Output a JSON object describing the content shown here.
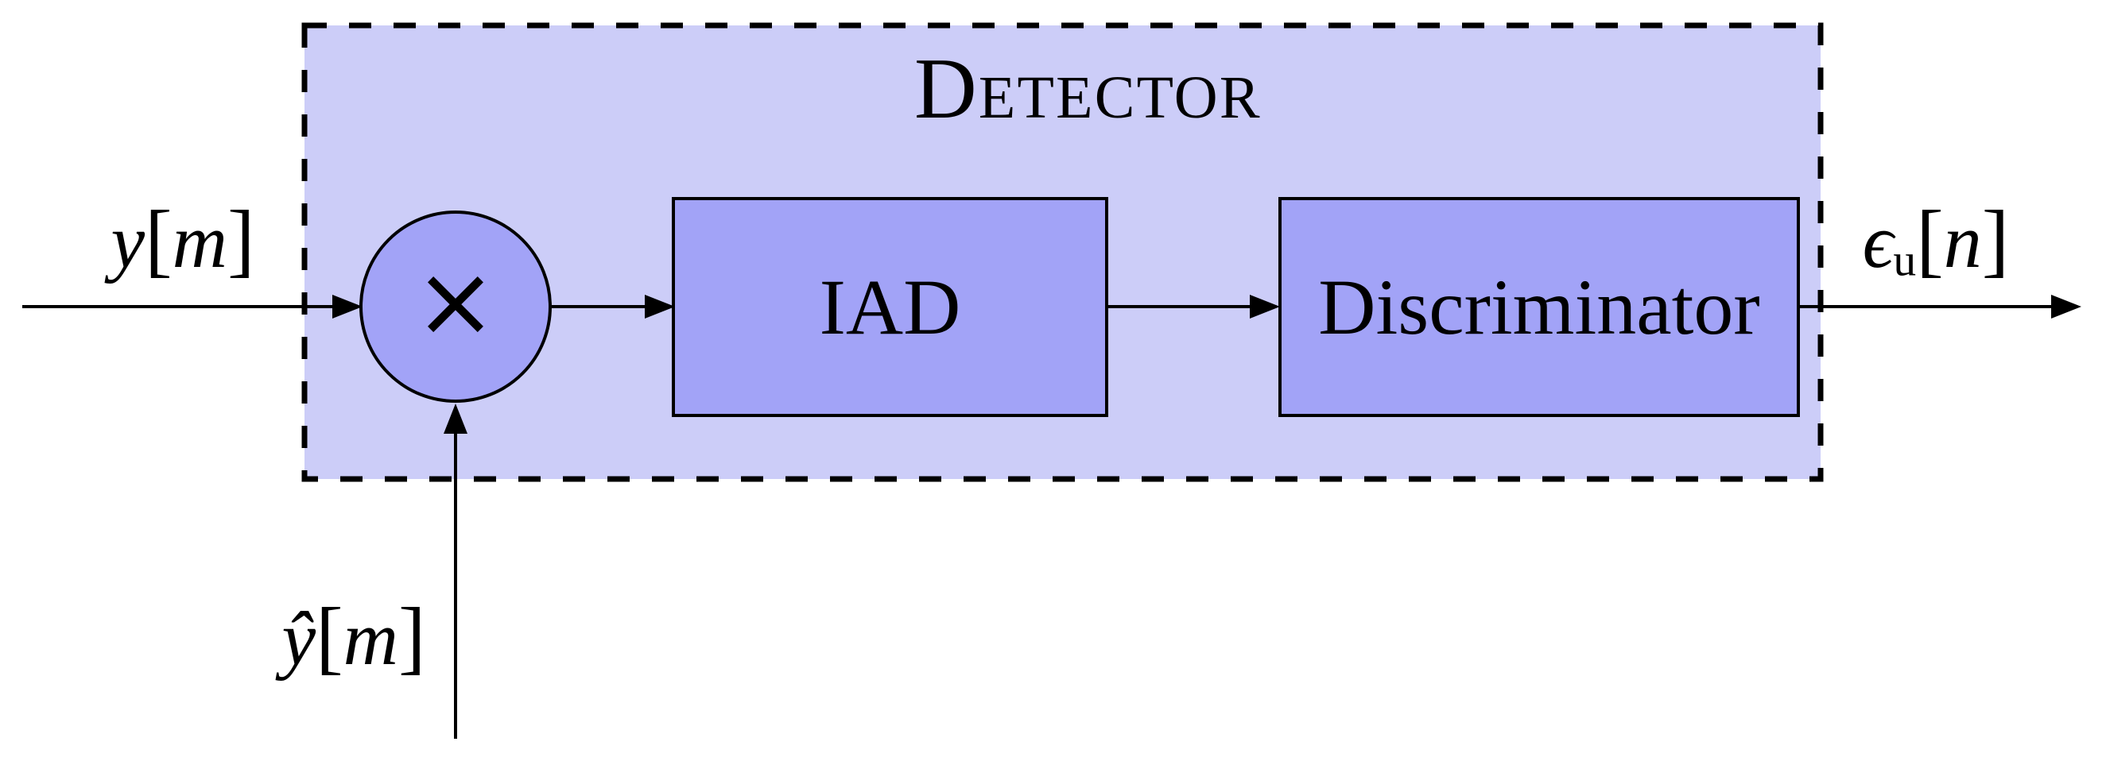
{
  "diagram": {
    "detector": {
      "title": "Detector"
    },
    "blocks": [
      {
        "id": "iad",
        "label": "IAD"
      },
      {
        "id": "discriminator",
        "label": "Discriminator"
      }
    ],
    "multiplier_symbol": "×",
    "signals": {
      "input": {
        "variable": "y",
        "index": "m"
      },
      "reference": {
        "variable": "ŷ",
        "index": "m"
      },
      "output": {
        "variable": "ϵ",
        "subscript": "u",
        "index": "n"
      }
    },
    "brackets": {
      "open": "[",
      "close": "]"
    }
  },
  "colors": {
    "detector_fill": "#cccdf8",
    "block_fill": "#a2a3f7",
    "stroke": "#000000",
    "background": "#ffffff"
  }
}
